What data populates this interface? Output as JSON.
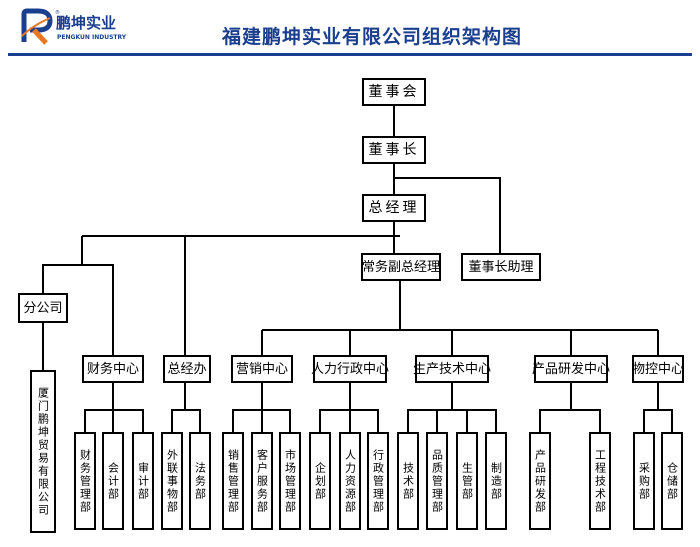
{
  "header": {
    "logo_text": "鹏坤实业",
    "logo_subtext": "PENGKUN INDUSTRY",
    "logo_registered": "®",
    "title": "福建鹏坤实业有限公司组织架构图"
  },
  "org": {
    "board": "董事会",
    "chairman": "董事长",
    "general_manager": "总经理",
    "executive_deputy_gm": "常务副总经理",
    "chairman_assistant": "董事长助理",
    "branch": "分公司",
    "branch_company": "厦门鹏坤贸易有限公司",
    "finance_center": "财务中心",
    "gm_office": "总经办",
    "marketing_center": "营销中心",
    "hr_admin_center": "人力行政中心",
    "production_tech_center": "生产技术中心",
    "rd_center": "产品研发中心",
    "logistics_center": "物控中心",
    "finance_management": "财务管理部",
    "accounting": "会计部",
    "audit": "审计部",
    "external_affairs": "外联事物部",
    "legal": "法务部",
    "sales_management": "销售管理部",
    "customer_service": "客户服务部",
    "market_management": "市场管理部",
    "planning": "企划部",
    "hr": "人力资源部",
    "admin_management": "行政管理部",
    "technology": "技术部",
    "quality_management": "品质管理部",
    "production_management": "生管部",
    "manufacturing": "制造部",
    "product_rd": "产品研发部",
    "engineering_tech": "工程技术部",
    "purchasing": "采购部",
    "warehouse": "仓储部"
  },
  "colors": {
    "brand_blue": "#1a3f8f",
    "logo_orange": "#e87722",
    "line": "#000000"
  }
}
